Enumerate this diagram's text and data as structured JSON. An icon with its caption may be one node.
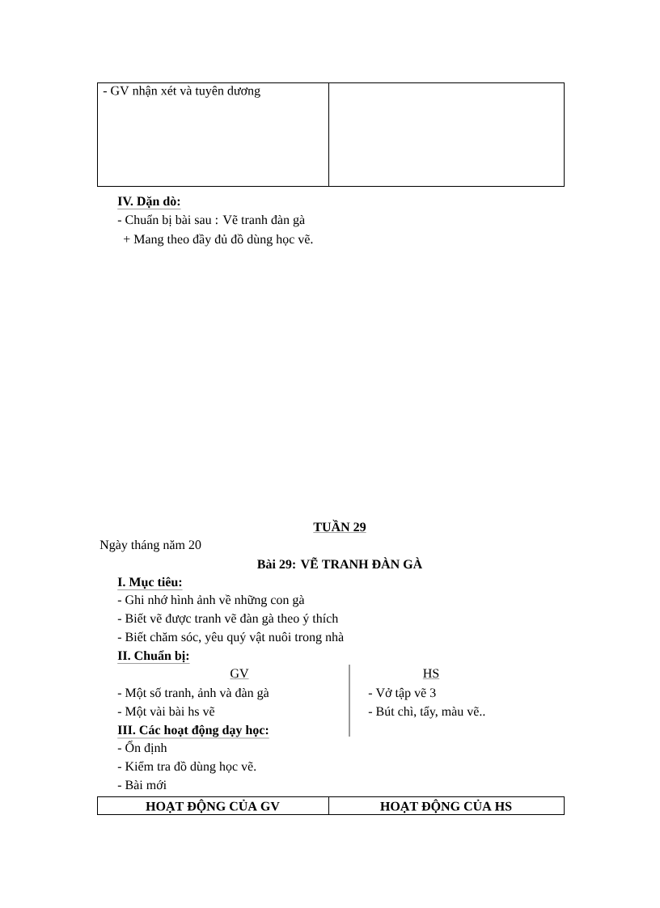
{
  "diagram": {
    "nodes": [
      {
        "text": [
          "- GV nhận xét và tuyên dương"
        ]
      },
      {
        "text": [],
        "shape": "box"
      },
      {
        "text": [
          "HOẠT ĐỘNG CỦA GV"
        ]
      },
      {
        "text": [
          "HOẠT ĐỘNG CỦA HS"
        ]
      }
    ],
    "labels": [
      "IV. Dặn dò:",
      "- Chuẩn bị bài sau : Vẽ tranh đàn gà",
      "+ Mang theo đầy đủ đồ dùng học vẽ.",
      "TUẦN 29",
      "Ngày tháng năm 20",
      "Bài 29: VẼ TRANH ĐÀN GÀ",
      "I. Mục tiêu:",
      "- Ghi nhớ hình ảnh về những con gà",
      "- Biết vẽ được tranh vẽ đàn gà theo ý thích",
      "- Biết chăm sóc, yêu quý vật nuôi trong nhà",
      "II. Chuẩn bị:",
      "GV",
      "HS",
      "- Một số tranh, ảnh và đàn gà",
      "- Vở tập vẽ 3",
      "- Một vài bài hs vẽ",
      "- Bút chì, tẩy, màu vẽ..",
      "III. Các hoạt động dạy học:",
      "- Ổn định",
      "- Kiểm tra đồ dùng học vẽ.",
      "- Bài mới"
    ]
  }
}
